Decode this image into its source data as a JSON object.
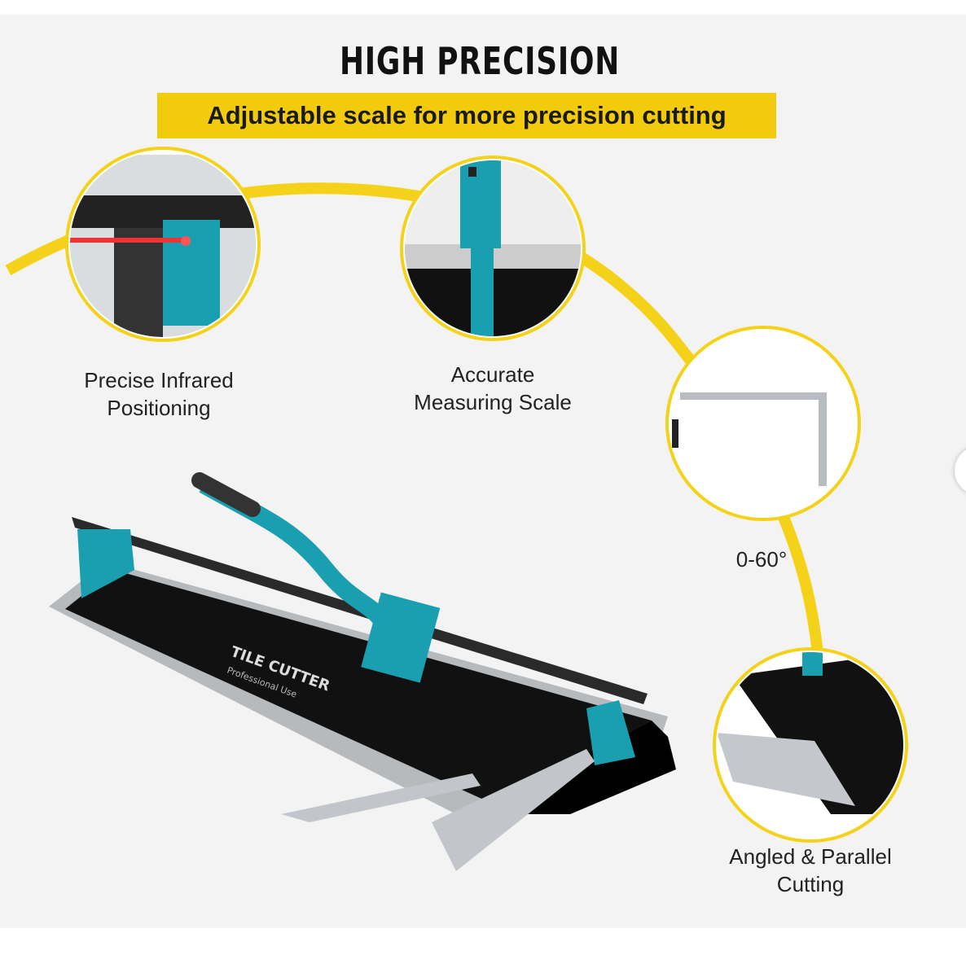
{
  "title": "HIGH PRECISION",
  "subtitle": "Adjustable scale for more precision cutting",
  "features": [
    {
      "label_line1": "Precise Infrared",
      "label_line2": "Positioning"
    },
    {
      "label_line1": "Accurate",
      "label_line2": "Measuring Scale"
    },
    {
      "label_line1": "0-60°",
      "label_line2": ""
    },
    {
      "label_line1": "Angled & Parallel",
      "label_line2": "Cutting"
    }
  ],
  "product_print": {
    "brand": "TILE CUTTER",
    "sub": "Professional Use"
  },
  "colors": {
    "accent_yellow": "#f3cb0d",
    "teal": "#1a9fb0",
    "background": "#f3f3f3"
  }
}
